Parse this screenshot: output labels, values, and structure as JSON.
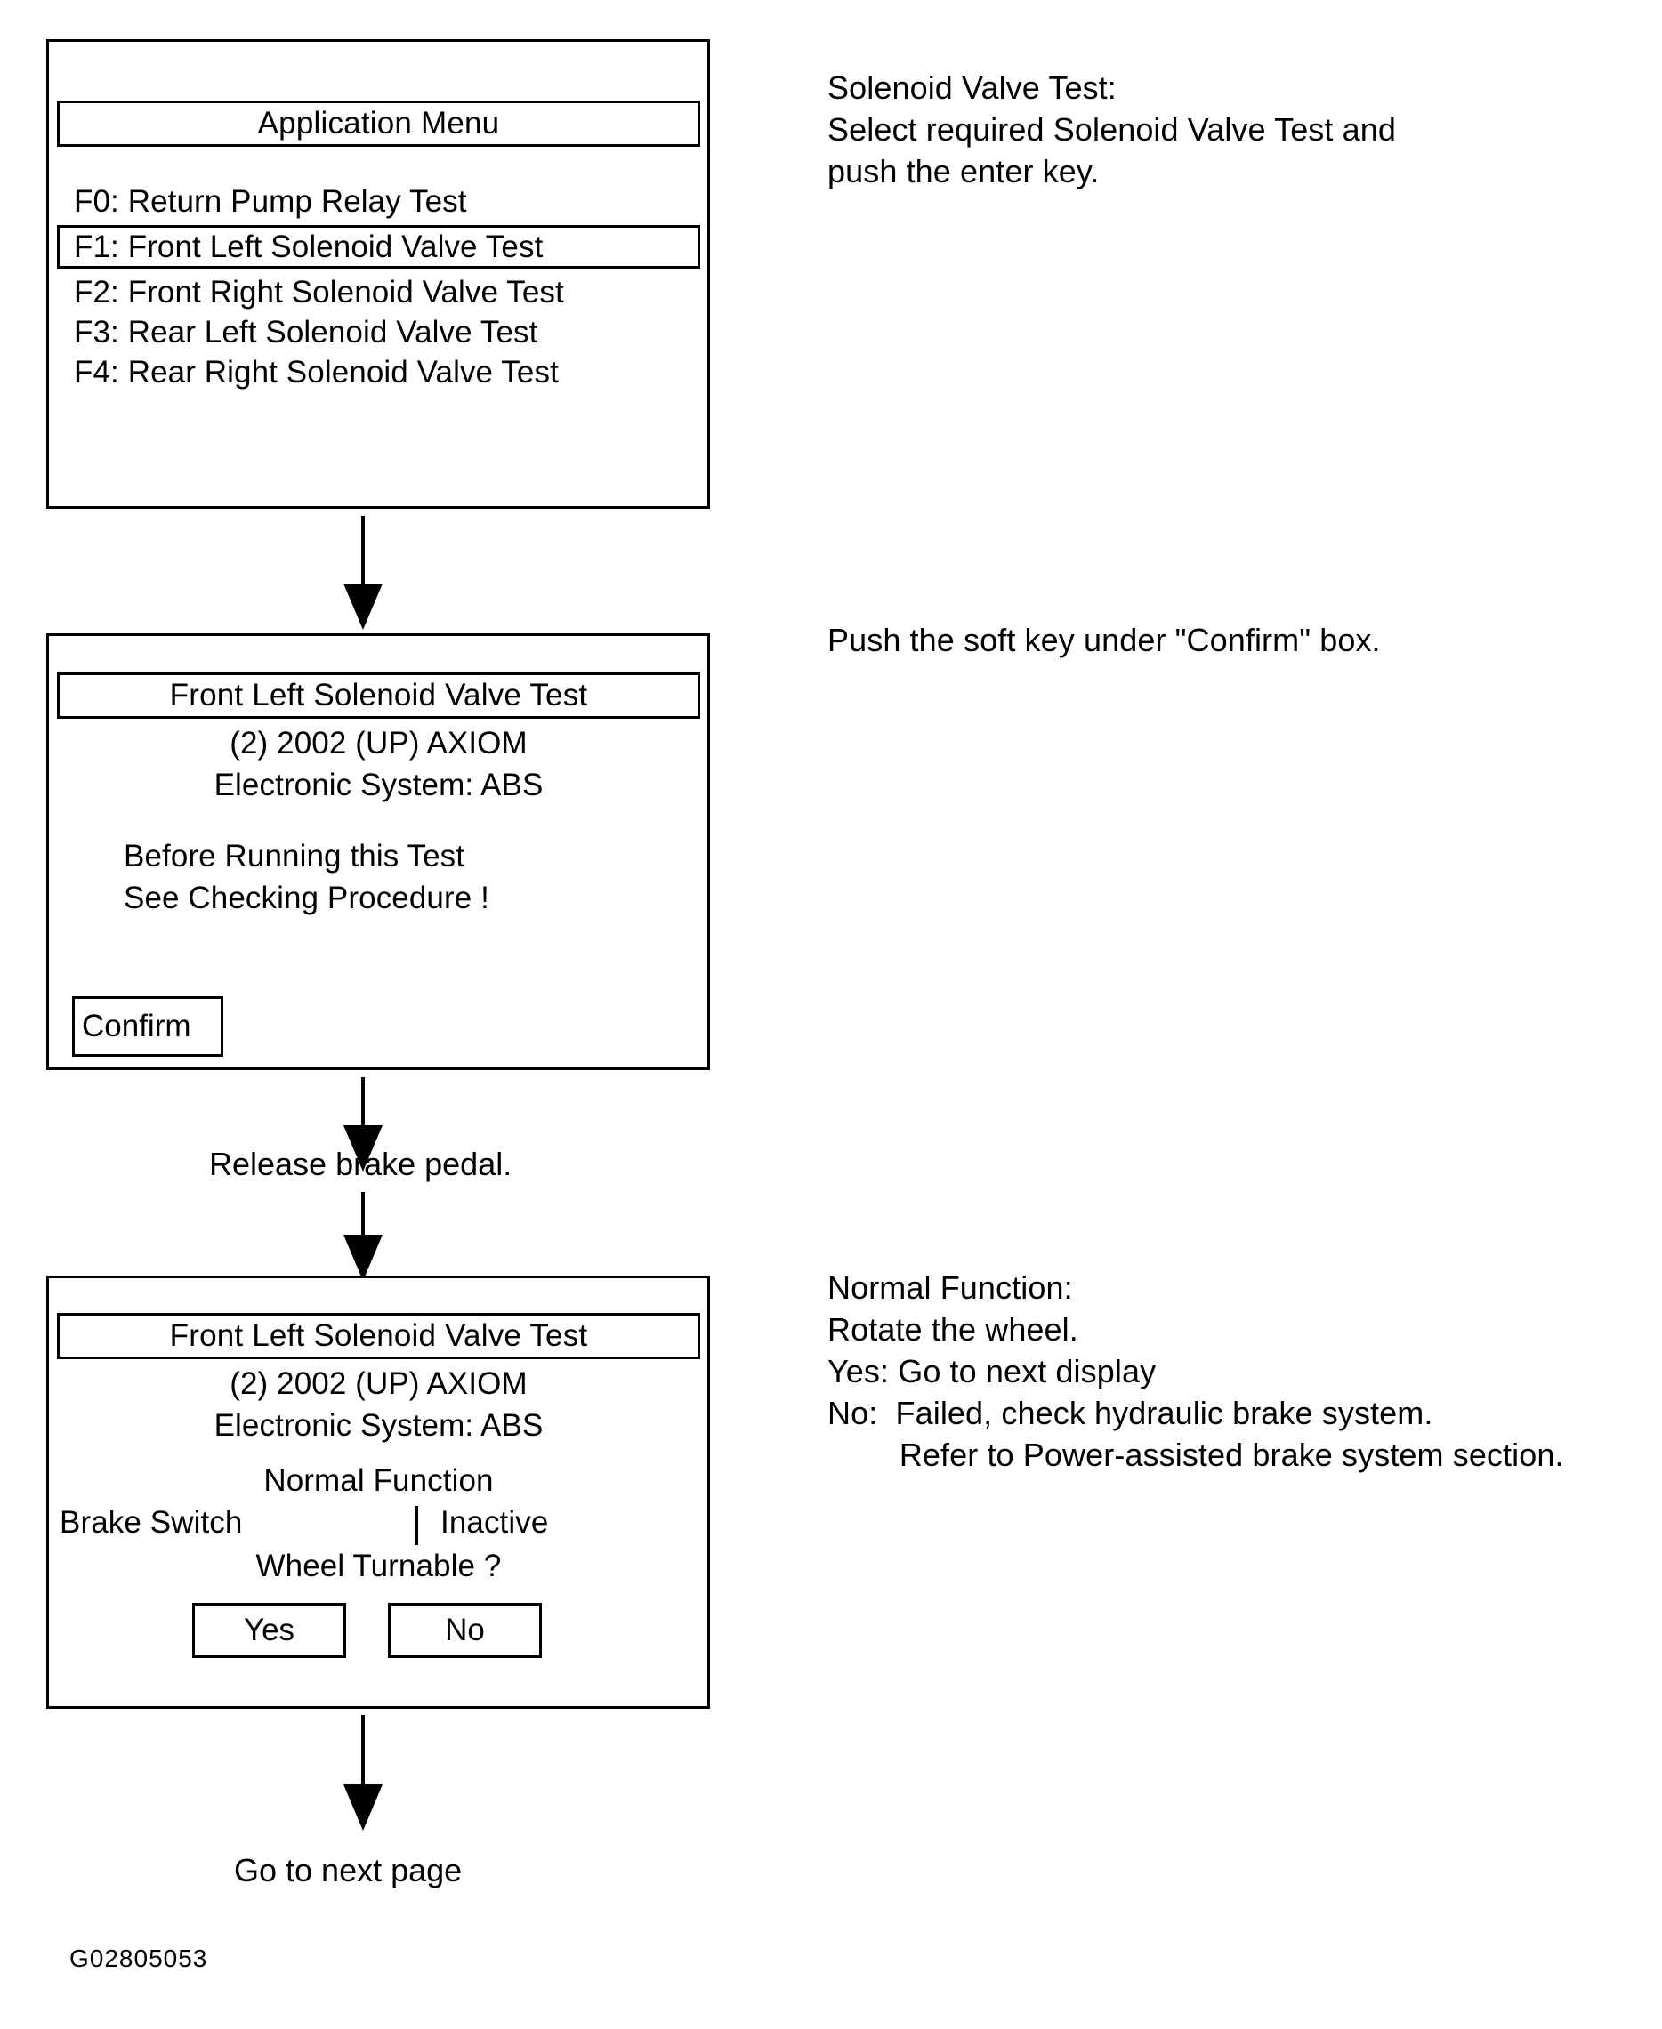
{
  "figure": {
    "id_label": "G02805053"
  },
  "panel1": {
    "title": "Application Menu",
    "items": [
      {
        "label": "F0: Return Pump Relay Test",
        "selected": false
      },
      {
        "label": "F1: Front Left Solenoid Valve Test",
        "selected": true
      },
      {
        "label": "F2: Front Right Solenoid Valve Test",
        "selected": false
      },
      {
        "label": "F3: Rear Left Solenoid Valve Test",
        "selected": false
      },
      {
        "label": "F4: Rear Right Solenoid Valve Test",
        "selected": false
      }
    ],
    "note": "Solenoid Valve Test:\nSelect required Solenoid Valve Test and\npush the enter key."
  },
  "panel2": {
    "title": "Front Left Solenoid Valve Test",
    "vehicle": "(2) 2002  (UP) AXIOM",
    "system": "Electronic System: ABS",
    "warning_line1": "Before Running this Test",
    "warning_line2": "See Checking Procedure !",
    "confirm_label": "Confirm",
    "note": "Push the soft key under \"Confirm\" box."
  },
  "between_2_and_3": {
    "label": "Release brake pedal."
  },
  "panel3": {
    "title": "Front Left Solenoid Valve Test",
    "vehicle": "(2) 2002  (UP) AXIOM",
    "system": "Electronic System: ABS",
    "status": "Normal Function",
    "param_name": "Brake Switch",
    "param_separator": "|",
    "param_value": "Inactive",
    "question": "Wheel Turnable ?",
    "yes_label": "Yes",
    "no_label": "No",
    "note": "Normal Function:\nRotate the wheel.\nYes: Go to next display\nNo:  Failed, check hydraulic brake system.\n        Refer to Power-assisted brake system section."
  },
  "footer": {
    "next_page_label": "Go to next page"
  }
}
